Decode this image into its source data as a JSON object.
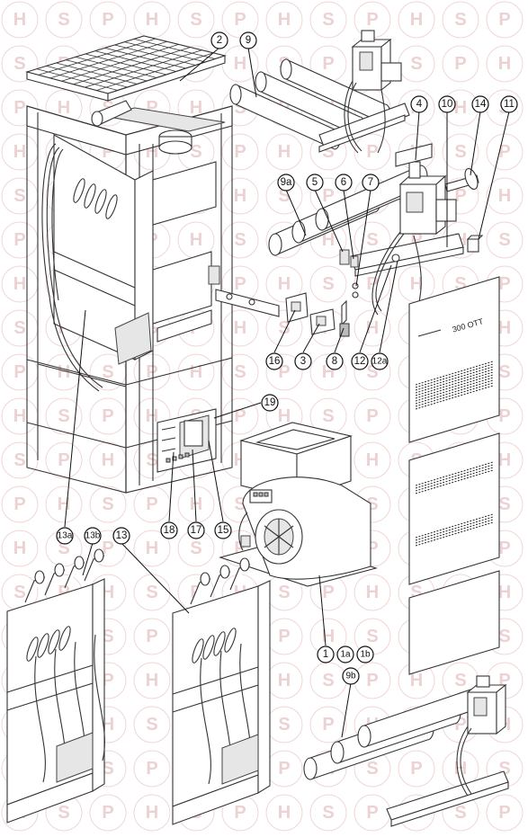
{
  "diagram": {
    "title": "",
    "watermark_letters": [
      "H",
      "S",
      "P"
    ],
    "brand_badge": "300 OTT",
    "colors": {
      "watermark": "#ecd2d2",
      "line": "#333333",
      "callout_border": "#111111"
    },
    "callouts": [
      "2",
      "9",
      "4",
      "10",
      "14",
      "11",
      "9a",
      "5",
      "6",
      "7",
      "16",
      "3",
      "8",
      "12",
      "12a",
      "19",
      "18",
      "17",
      "15",
      "13a",
      "13b",
      "13",
      "1",
      "1a",
      "1b",
      "9b"
    ]
  }
}
